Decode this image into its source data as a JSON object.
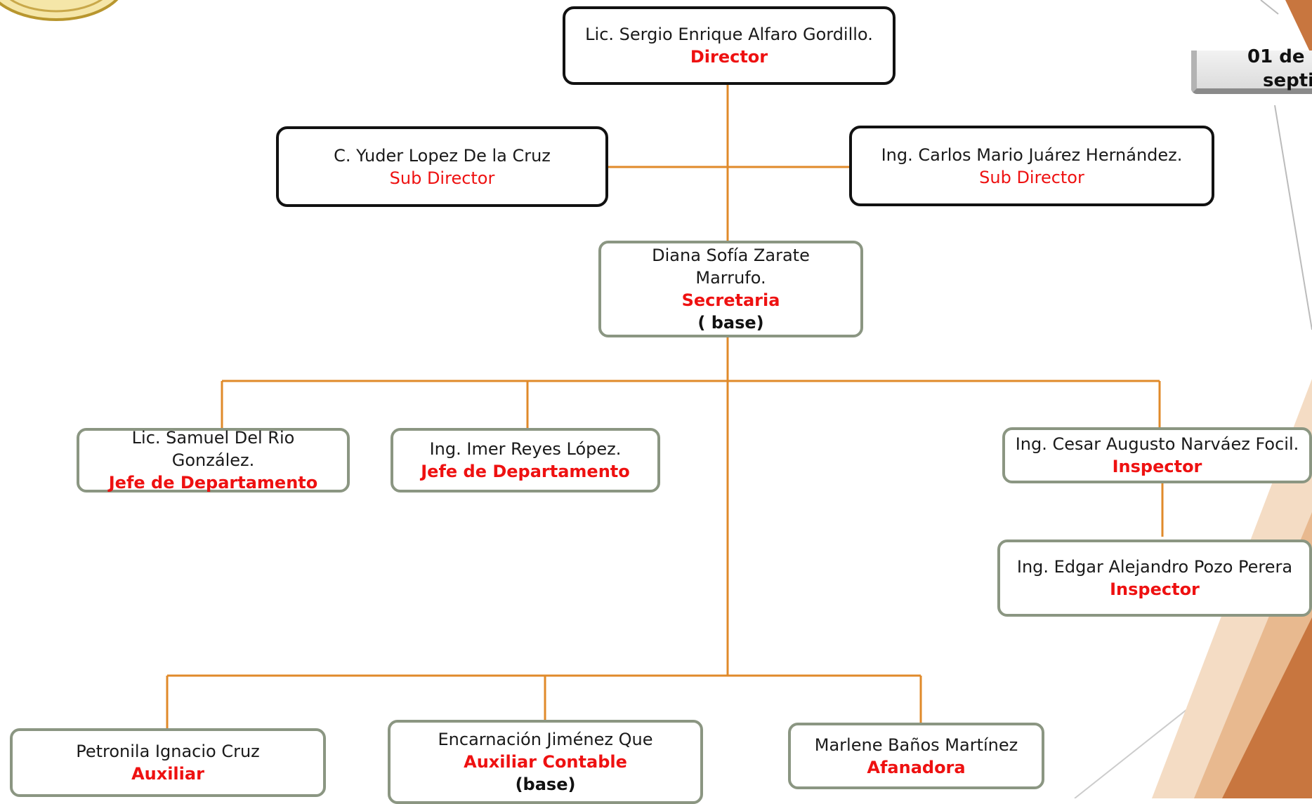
{
  "header": {
    "date_line_1": "01 de",
    "date_line_2": "septi"
  },
  "colors": {
    "connector": "#e08a2a",
    "role_text": "#ee1111",
    "dark_border": "#111111",
    "gray_border": "#8b9682",
    "deco_orange": "#c8763f",
    "deco_peach": "#e8b98f",
    "deco_light": "#f4dcc4"
  },
  "nodes": {
    "director": {
      "name": "Lic. Sergio Enrique Alfaro Gordillo.",
      "role": "Director"
    },
    "subdirector_left": {
      "name": "C. Yuder Lopez De la Cruz",
      "role": "Sub Director"
    },
    "subdirector_right": {
      "name": "Ing. Carlos Mario Juárez Hernández.",
      "role": "Sub Director"
    },
    "secretaria": {
      "name_line_1": "Diana Sofía Zarate",
      "name_line_2": "Marrufo.",
      "role": "Secretaria",
      "note": "( base)"
    },
    "jefe_1": {
      "name_line_1": "Lic. Samuel Del Rio",
      "name_line_2": "González.",
      "role": "Jefe de Departamento"
    },
    "jefe_2": {
      "name": "Ing. Imer Reyes López.",
      "role": "Jefe de Departamento"
    },
    "inspector_1": {
      "name": "Ing. Cesar Augusto Narváez Focil.",
      "role": "Inspector"
    },
    "inspector_2": {
      "name": "Ing. Edgar Alejandro Pozo Perera",
      "role": "Inspector"
    },
    "auxiliar": {
      "name": "Petronila Ignacio Cruz",
      "role": "Auxiliar"
    },
    "auxiliar_contable": {
      "name": "Encarnación Jiménez Que",
      "role": "Auxiliar Contable",
      "note": "(base)"
    },
    "afanadora": {
      "name": "Marlene Baños Martínez",
      "role": "Afanadora"
    }
  }
}
